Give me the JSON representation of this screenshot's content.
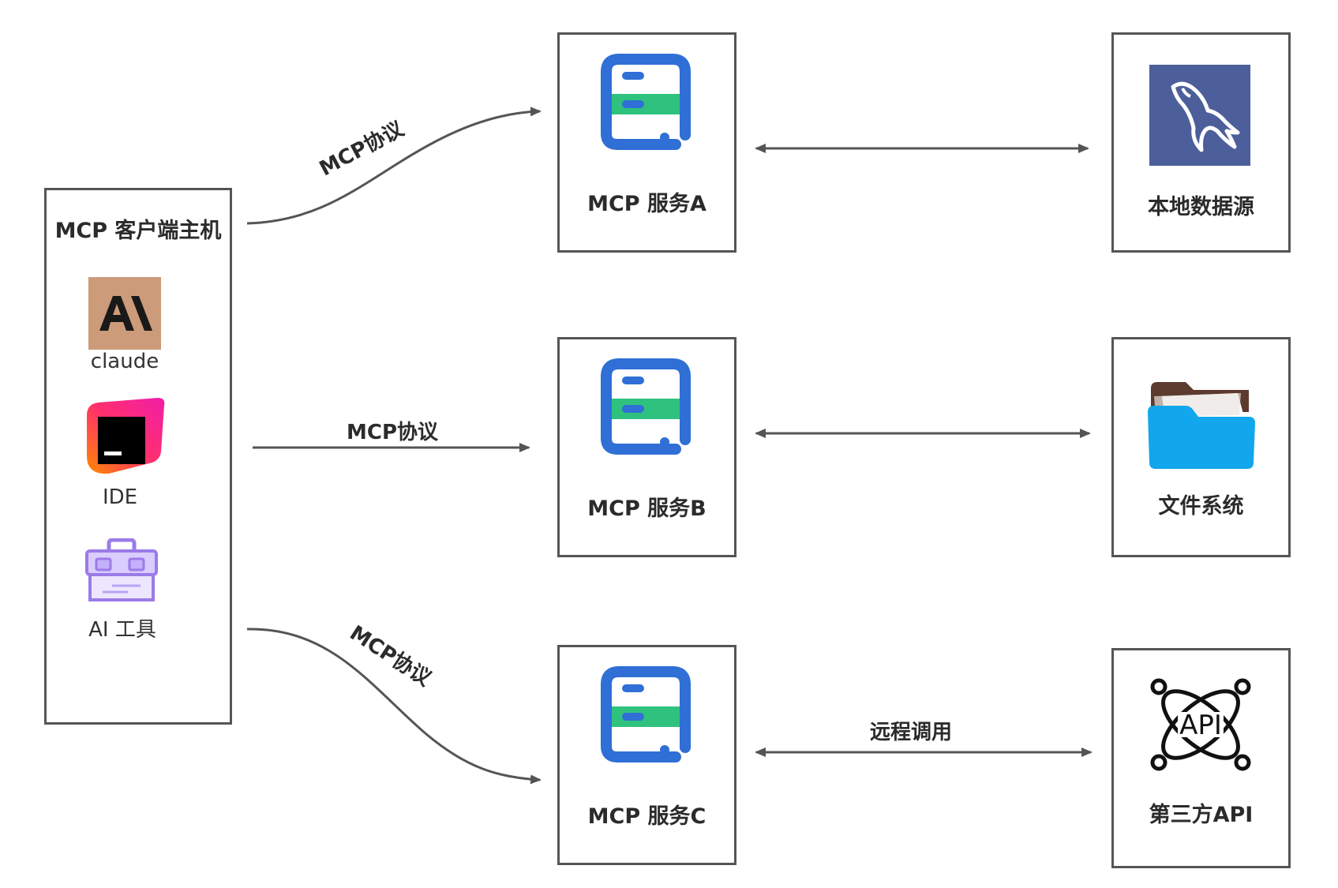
{
  "client": {
    "title": "MCP 客户端主机",
    "items": [
      {
        "label": "claude",
        "icon": "claude-logo-icon"
      },
      {
        "label": "IDE",
        "icon": "jetbrains-ide-icon"
      },
      {
        "label": "AI 工具",
        "icon": "toolbox-icon"
      }
    ]
  },
  "servers": [
    {
      "label": "MCP 服务A",
      "icon": "server-icon"
    },
    {
      "label": "MCP 服务B",
      "icon": "server-icon"
    },
    {
      "label": "MCP 服务C",
      "icon": "server-icon"
    }
  ],
  "resources": [
    {
      "label": "本地数据源",
      "icon": "mysql-dolphin-icon"
    },
    {
      "label": "文件系统",
      "icon": "folder-icon"
    },
    {
      "label": "第三方API",
      "icon": "api-icon",
      "icon_text": "API"
    }
  ],
  "connectors": {
    "protocol_a": "MCP协议",
    "protocol_b": "MCP协议",
    "protocol_c": "MCP协议",
    "remote_call": "远程调用"
  },
  "colors": {
    "border": "#555555",
    "arrow": "#555555",
    "server_blue": "#2f6fd6",
    "server_green": "#2ec27e",
    "mysql_bg": "#4c5f9a",
    "folder_blue": "#12a6ec",
    "claude_bg": "#cc9b7a"
  }
}
